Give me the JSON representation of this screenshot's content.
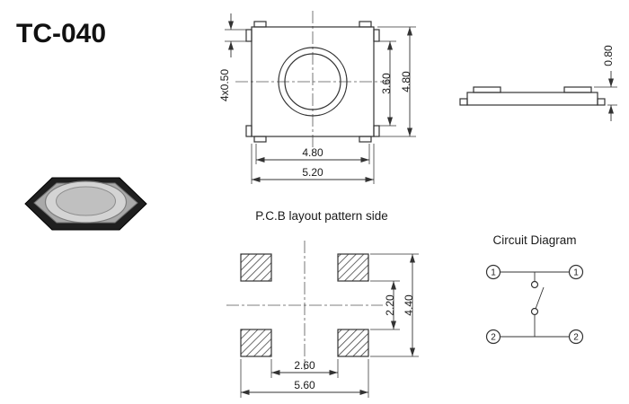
{
  "title": "TC-040",
  "top_view": {
    "pin_dim": "4x0.50",
    "inner_height": "3.60",
    "outer_height": "4.80",
    "inner_width": "4.80",
    "outer_width": "5.20"
  },
  "side_view": {
    "height": "0.80"
  },
  "pcb_layout": {
    "title": "P.C.B layout pattern side",
    "pad_gap_y": "2.20",
    "overall_y": "4.40",
    "pad_gap_x": "2.60",
    "overall_x": "5.60"
  },
  "circuit": {
    "title": "Circuit Diagram",
    "terminal_top_left": "1",
    "terminal_top_right": "1",
    "terminal_bottom_left": "2",
    "terminal_bottom_right": "2"
  }
}
